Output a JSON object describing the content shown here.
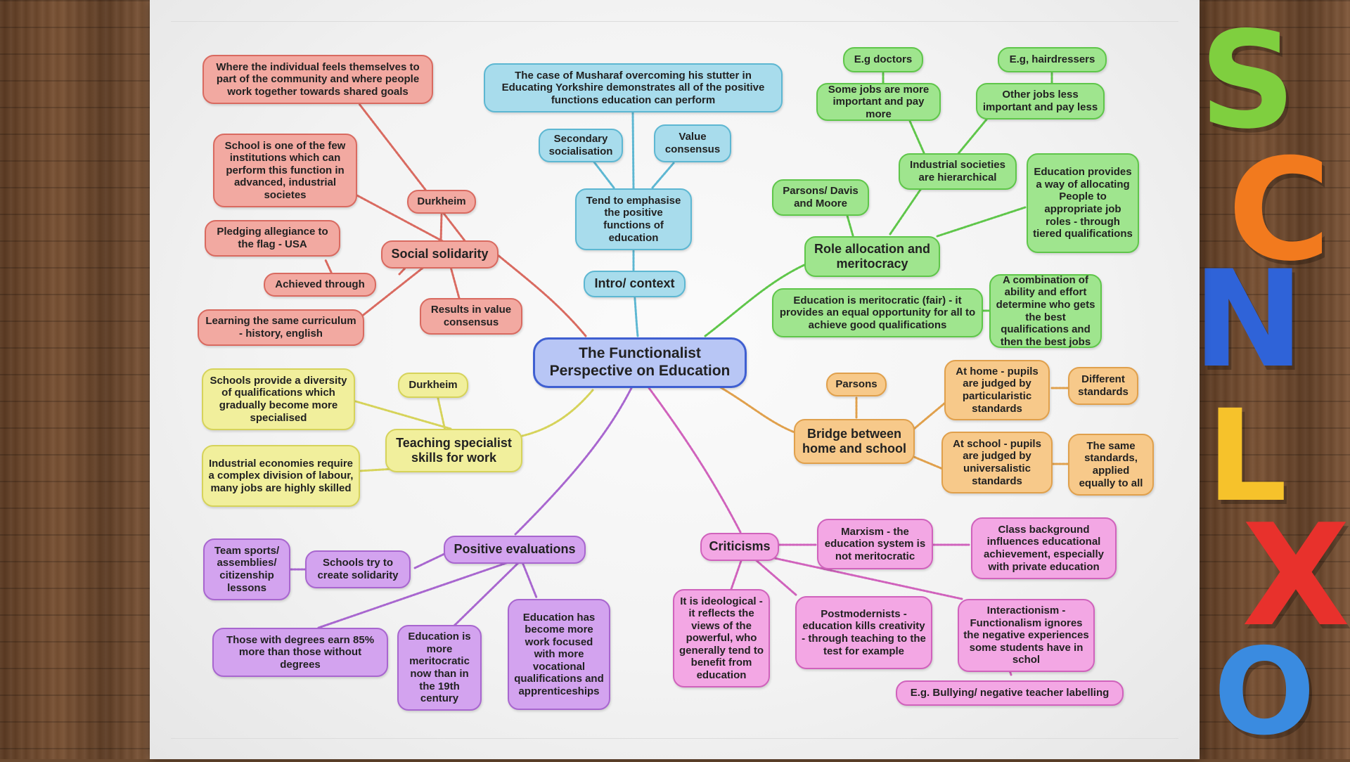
{
  "center": "The Functionalist Perspective on Education",
  "intro": {
    "label": "Intro/  context",
    "emphasis": "Tend to emphasise the positive functions of education",
    "secondary": "Secondary socialisation",
    "value": "Value consensus",
    "case": "The case of Musharaf overcoming his stutter in Educating Yorkshire demonstrates all of the positive functions education can perform"
  },
  "solidarity": {
    "label": "Social solidarity",
    "durkheim": "Durkheim",
    "where": "Where the individual feels themselves to part of the community and where people work together towards shared goals",
    "school": "School is one of the few institutions which can perform this function in advanced, industrial societes",
    "pledging": "Pledging allegiance to the flag - USA",
    "achieved": "Achieved through",
    "learning": "Learning the same curriculum - history, english",
    "results": "Results in value consensus"
  },
  "role": {
    "label": "Role allocation and meritocracy",
    "parsons": "Parsons/ Davis and Moore",
    "hier": "Industrial societies are hierarchical",
    "some": "Some jobs are more important and pay more",
    "other": "Other jobs less important and pay less",
    "doctors": "E.g doctors",
    "hair": "E.g, hairdressers",
    "provides": "Education provides a way of allocating People to appropriate job roles - through tiered qualifications",
    "meritocratic": "Education is meritocratic (fair) - it provides an equal opportunity for all to achieve good qualifications",
    "combination": "A combination of ability and effort determine who gets the best qualifications and then the best jobs"
  },
  "teaching": {
    "label": "Teaching specialist skills for work",
    "durkheim": "Durkheim",
    "diversity": "Schools provide a diversity of qualifications which gradually become more specialised",
    "industrial": "Industrial economies require a complex division of labour, many jobs are highly skilled"
  },
  "bridge": {
    "label": "Bridge between home and school",
    "parsons": "Parsons",
    "home": "At home - pupils are judged by particularistic standards",
    "different": "Different standards",
    "school": "At school - pupils are judged by universalistic standards",
    "same": "The same standards, applied equally to all"
  },
  "positive": {
    "label": "Positive evaluations",
    "solidarity": "Schools try to create solidarity",
    "team": "Team sports/ assemblies/ citizenship lessons",
    "degrees": "Those with degrees earn 85% more than those without degrees",
    "meritocratic": "Education is more meritocratic now than in the 19th century",
    "work": "Education has become more work focused with more vocational qualifications and apprenticeships"
  },
  "criticisms": {
    "label": "Criticisms",
    "marxism": "Marxism - the education system is not meritocratic",
    "class": "Class background influences educational achievement, especially with private education",
    "ideological": "It is ideological - it reflects the views of the powerful, who generally tend to benefit from education",
    "postmodern": "Postmodernists - education kills creativity - through teaching to the test for example",
    "interaction": "Interactionism - Functionalism ignores the negative experiences some students have in schol",
    "bullying": "E.g. Bullying/ negative teacher labelling"
  },
  "colors": {
    "red": "#d96a60",
    "blue": "#5db7d2",
    "green": "#5fc64a",
    "yellow": "#d6d35a",
    "orange": "#e0a04c",
    "purple": "#a866cf",
    "pink": "#d062bc"
  }
}
